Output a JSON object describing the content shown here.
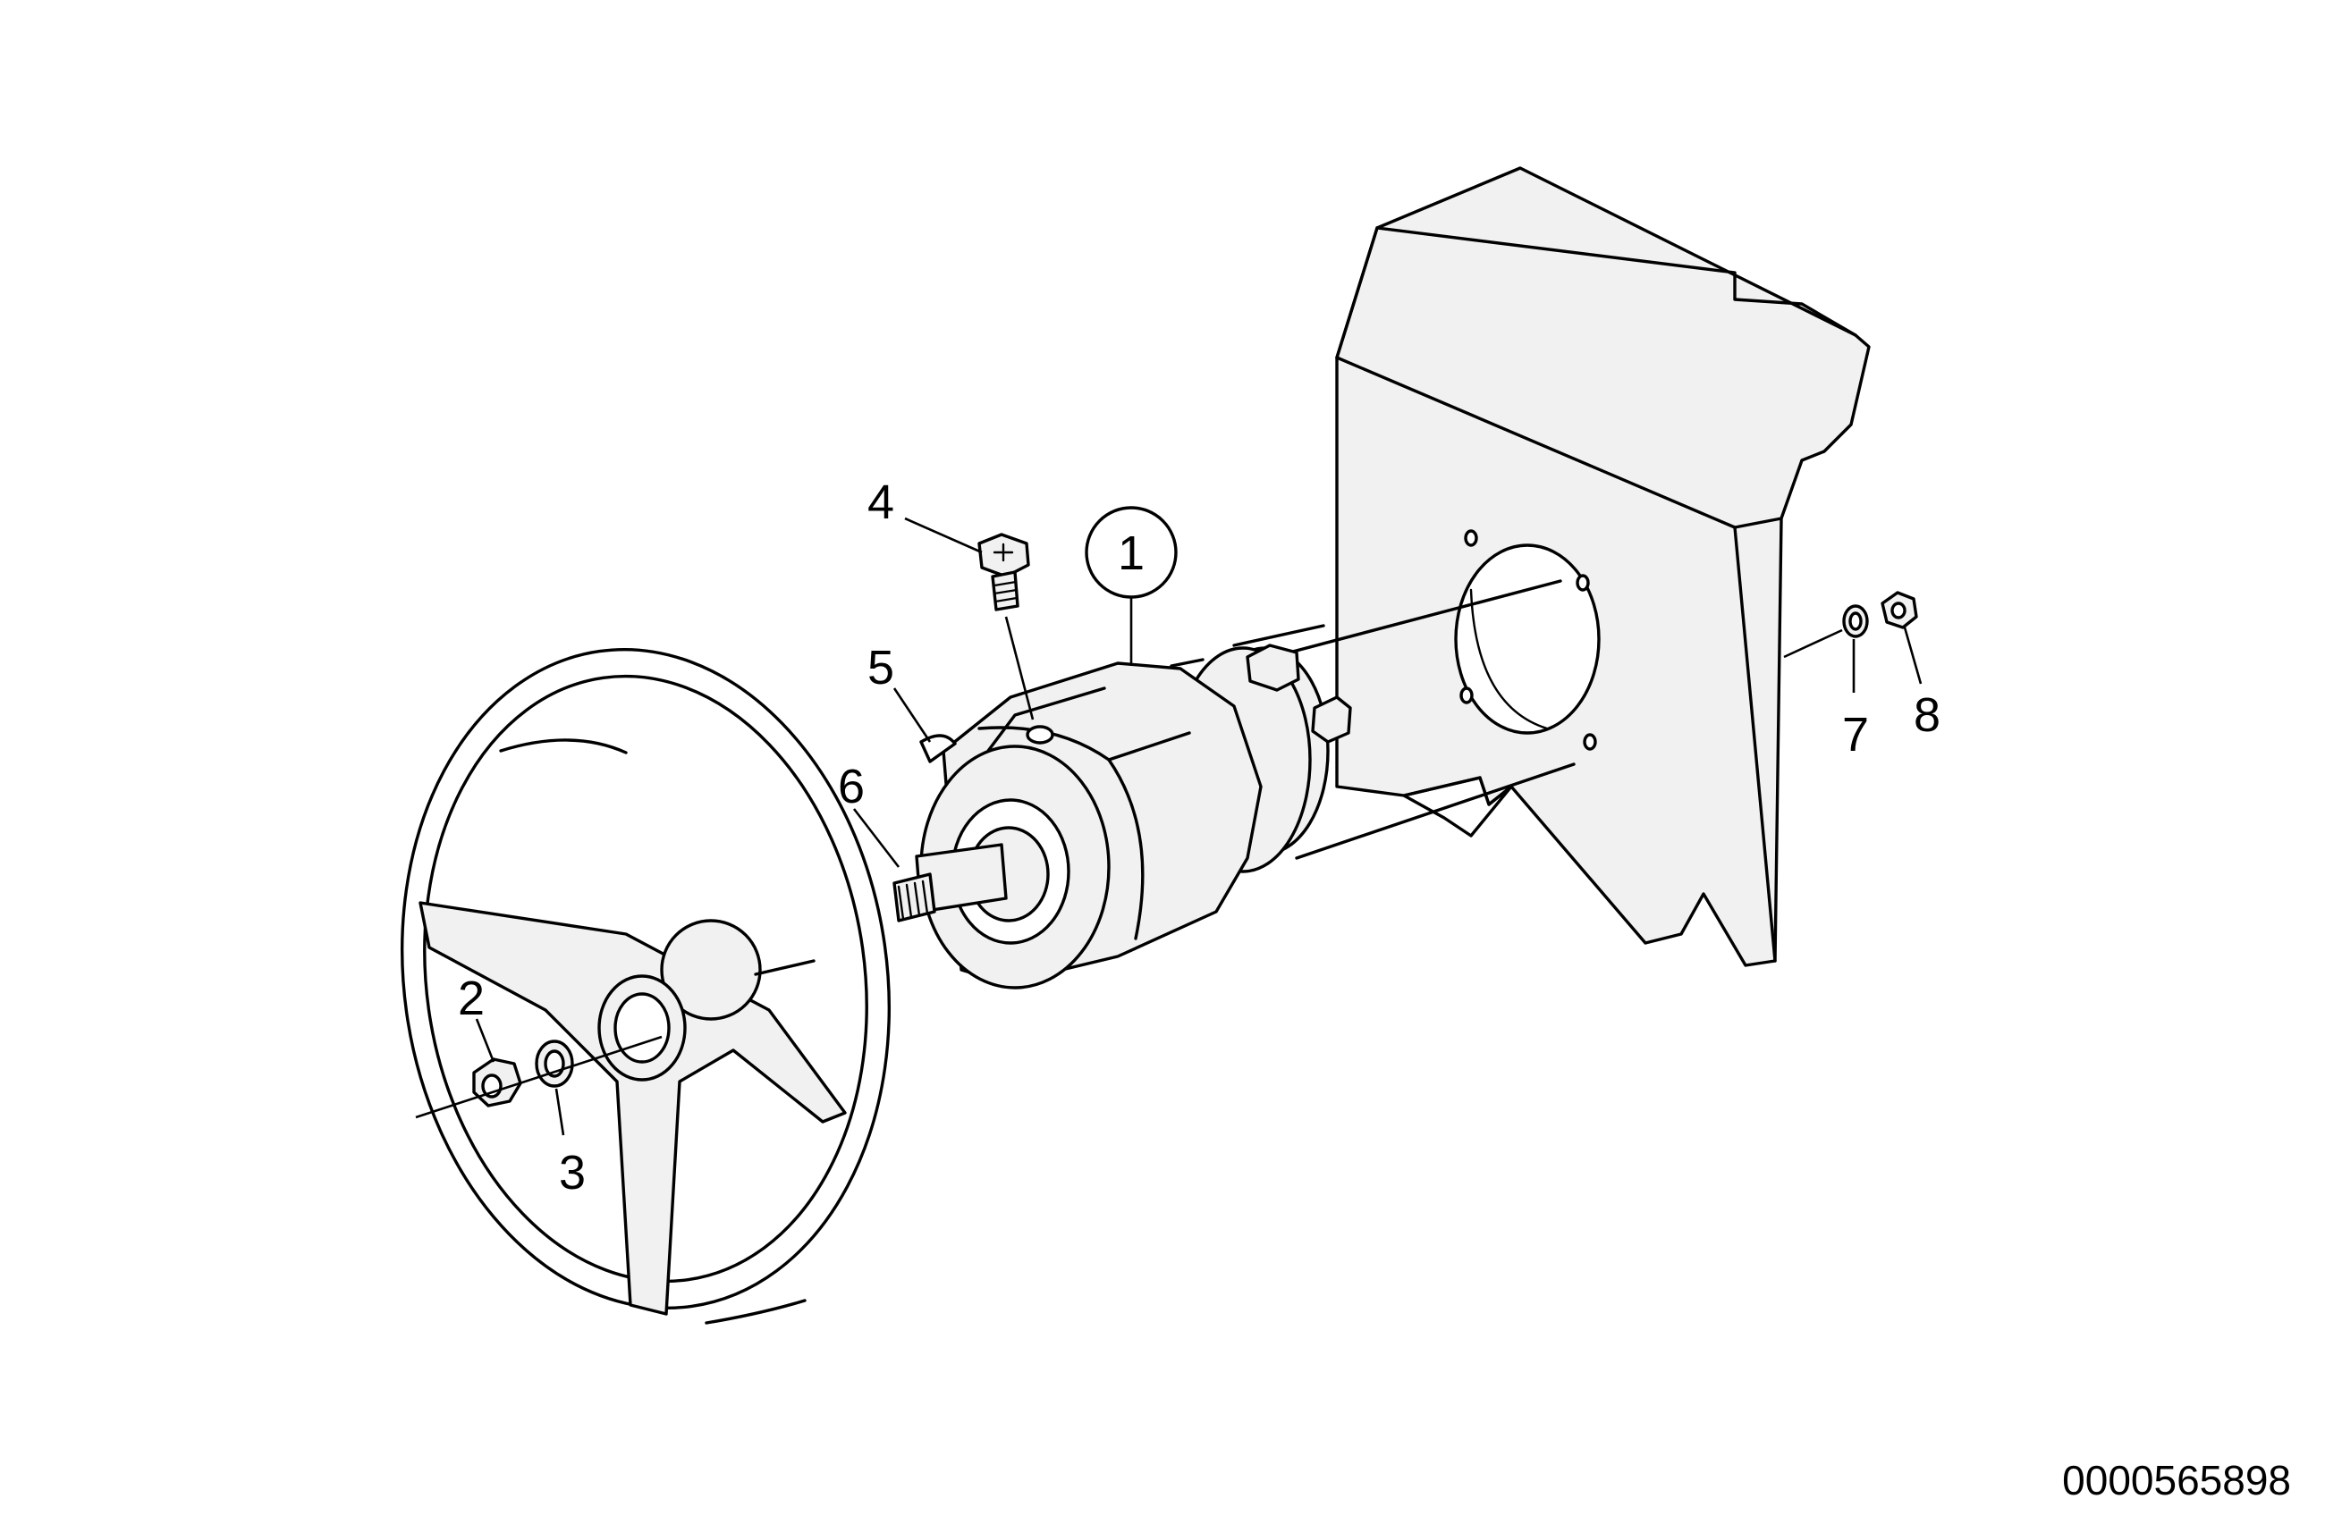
{
  "diagram": {
    "drawing_number": "0000565898",
    "callouts": [
      {
        "id": "1",
        "label": "1",
        "circled": true
      },
      {
        "id": "2",
        "label": "2",
        "circled": false
      },
      {
        "id": "3",
        "label": "3",
        "circled": false
      },
      {
        "id": "4",
        "label": "4",
        "circled": false
      },
      {
        "id": "5",
        "label": "5",
        "circled": false
      },
      {
        "id": "6",
        "label": "6",
        "circled": false
      },
      {
        "id": "7",
        "label": "7",
        "circled": false
      },
      {
        "id": "8",
        "label": "8",
        "circled": false
      }
    ]
  }
}
